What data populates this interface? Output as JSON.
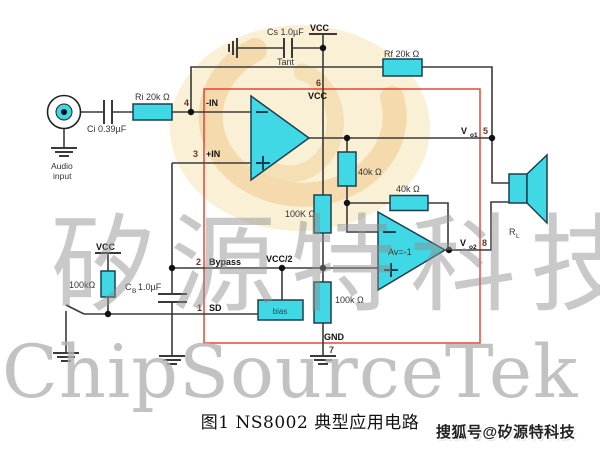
{
  "watermarks": {
    "cjk_text": "矽源特科技",
    "latin_text": "ChipSourceTek",
    "sohu_badge": "搜狐号@矽源特科技"
  },
  "caption": "图1  NS8002 典型应用电路",
  "colors": {
    "component_fill": "#40d8e4",
    "chip_outline_red": "#e23b2e",
    "wire": "#3a3a3a",
    "swirl_yellow": "#f7ecca",
    "swirl_orange": "#f1c488",
    "watermark_gray": "#9c9c9c"
  },
  "schematic": {
    "audio_input": {
      "line1": "Audio",
      "line2": "input"
    },
    "ci": "Ci  0.39µF",
    "ri": "Ri  20k Ω",
    "cs": "Cs  1.0µF",
    "cs_type": "Tant",
    "vcc": "VCC",
    "rf": "Rf  20k Ω",
    "rpull": "100kΩ",
    "cb": {
      "base": "C",
      "sub": "B",
      "value": "1.0µF"
    },
    "r40v": "40k Ω",
    "r40h": "40k Ω",
    "r100_upper": "100K Ω",
    "r100_lower": "100k Ω",
    "vcc2": "VCC/2",
    "bias": "bias",
    "amp2_gain": "Av=-1",
    "vo1": {
      "base": "V",
      "sub": "o1"
    },
    "vo2": {
      "base": "V",
      "sub": "o2"
    },
    "rl": {
      "base": "R",
      "sub": "L"
    },
    "pins": {
      "p1": {
        "num": "1",
        "label": "SD"
      },
      "p2": {
        "num": "2",
        "label": "Bypass"
      },
      "p3": {
        "num": "3",
        "label": "+IN"
      },
      "p4": {
        "num": "4",
        "label": "-IN"
      },
      "p5": {
        "num": "5"
      },
      "p6": {
        "num": "6",
        "label": "VCC"
      },
      "p7": {
        "num": "7",
        "label": "GND"
      },
      "p8": {
        "num": "8"
      }
    }
  }
}
